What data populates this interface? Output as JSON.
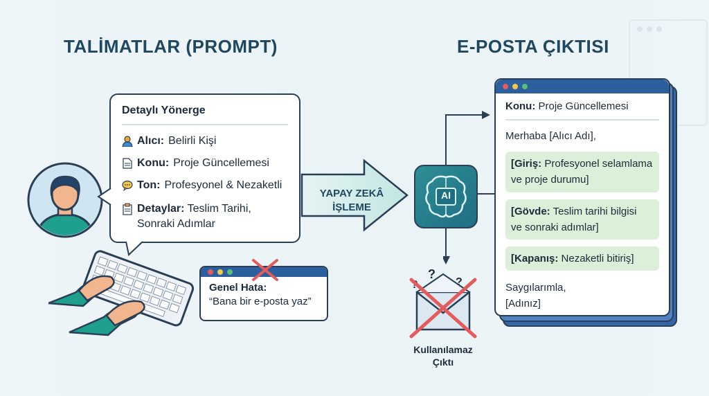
{
  "left_title": "TALİMATLAR (PROMPT)",
  "right_title": "E-POSTA ÇIKTISI",
  "prompt_card": {
    "heading": "Detaylı Yönerge",
    "items": [
      {
        "label": "Alıcı:",
        "value": "Belirli Kişi",
        "icon": "person-icon"
      },
      {
        "label": "Konu:",
        "value": "Proje Güncellemesi",
        "icon": "document-icon"
      },
      {
        "label": "Ton:",
        "value": "Profesyonel & Nezaketli",
        "icon": "speech-bubble-icon"
      },
      {
        "label": "Detaylar:",
        "value": "Teslim Tarihi,",
        "value2": "Sonraki Adımlar",
        "icon": "clipboard-icon"
      }
    ]
  },
  "error_card": {
    "label": "Genel Hata:",
    "text": "“Bana bir e-posta yaz”"
  },
  "arrow_label": {
    "line1": "YAPAY ZEKÂ",
    "line2": "İŞLEME"
  },
  "ai_chip_label": "AI",
  "bad_output": {
    "line1": "Kullanılamaz",
    "line2": "Çıktı"
  },
  "email": {
    "subject_label": "Konu:",
    "subject_value": "Proje Güncellemesi",
    "greeting": "Merhaba [Alıcı Adı],",
    "blocks": [
      {
        "label": "[Giriş:",
        "text": "Profesyonel selamlama",
        "text2": "ve proje durumu]"
      },
      {
        "label": "[Gövde:",
        "text": "Teslim tarihi bilgisi",
        "text2": "ve sonraki adımlar]"
      },
      {
        "label": "[Kapanış:",
        "text": "Nezaketli bitiriş]",
        "text2": ""
      }
    ],
    "closing1": "Saygılarımla,",
    "closing2": "[Adınız]"
  },
  "colors": {
    "window_bar": "#2c5f9e",
    "accent_teal": "#1f7f86",
    "block_green": "#dcefd8",
    "error_red": "#e35b5b"
  }
}
